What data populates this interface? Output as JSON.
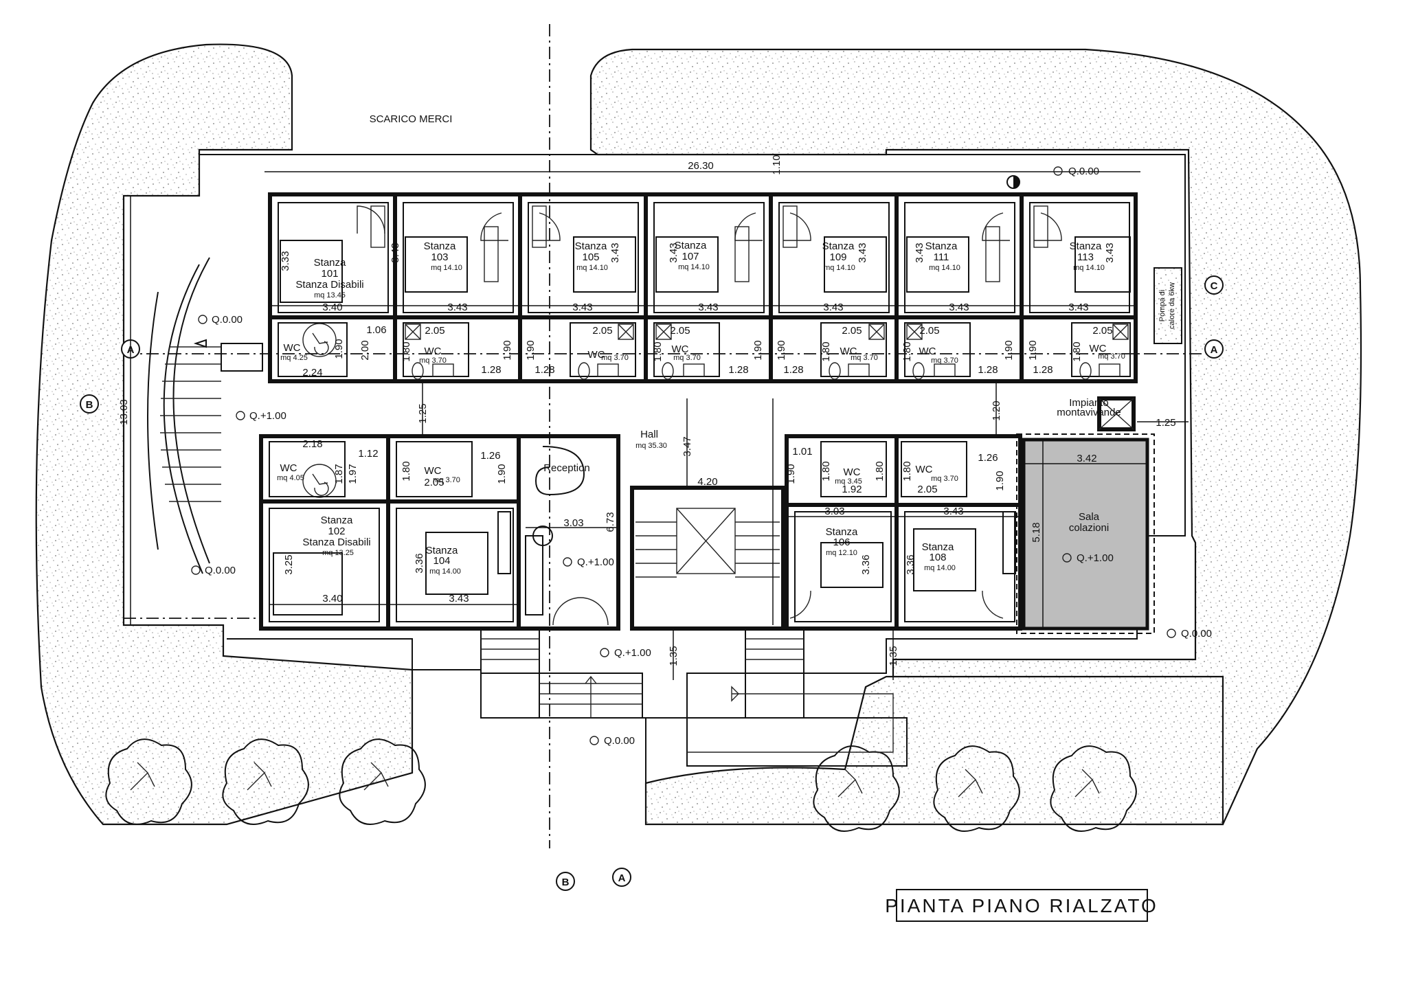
{
  "title": "PIANTA PIANO RIALZATO",
  "top_label": "SCARICO MERCI",
  "rooms": [
    {
      "id": "101",
      "lines": [
        "Stanza",
        "101",
        "Stanza Disabili"
      ],
      "area": "mq 13.45"
    },
    {
      "id": "103",
      "lines": [
        "Stanza",
        "103"
      ],
      "area": "mq 14.10"
    },
    {
      "id": "105",
      "lines": [
        "Stanza",
        "105"
      ],
      "area": "mq 14.10"
    },
    {
      "id": "107",
      "lines": [
        "Stanza",
        "107"
      ],
      "area": "mq 14.10"
    },
    {
      "id": "109",
      "lines": [
        "Stanza",
        "109"
      ],
      "area": "mq 14.10"
    },
    {
      "id": "111",
      "lines": [
        "Stanza",
        "111"
      ],
      "area": "mq 14.10"
    },
    {
      "id": "113",
      "lines": [
        "Stanza",
        "113"
      ],
      "area": "mq 14.10"
    },
    {
      "id": "102",
      "lines": [
        "Stanza",
        "102",
        "Stanza Disabili"
      ],
      "area": "mq 13.25"
    },
    {
      "id": "104",
      "lines": [
        "Stanza",
        "104"
      ],
      "area": "mq 14.00"
    },
    {
      "id": "106",
      "lines": [
        "Stanza",
        "106"
      ],
      "area": "mq 12.10"
    },
    {
      "id": "108",
      "lines": [
        "Stanza",
        "108"
      ],
      "area": "mq 14.00"
    }
  ],
  "wc": [
    {
      "label": "WC",
      "area": "mq 4.25"
    },
    {
      "label": "WC",
      "area": "mq 3.70"
    },
    {
      "label": "WC",
      "area": "mq 3.70"
    },
    {
      "label": "WC",
      "area": "mq 3.70"
    },
    {
      "label": "WC",
      "area": "mq 3.70"
    },
    {
      "label": "WC",
      "area": "mq 3.70"
    },
    {
      "label": "WC",
      "area": "mq 3.70"
    },
    {
      "label": "WC",
      "area": "mq 4.05"
    },
    {
      "label": "WC",
      "area": "mq 3.70"
    },
    {
      "label": "WC",
      "area": "mq 3.45"
    },
    {
      "label": "WC",
      "area": "mq 3.70"
    }
  ],
  "hall": {
    "label": "Hall",
    "area": "mq 35.30"
  },
  "reception": "Reception",
  "sala": [
    "Sala",
    "colazioni"
  ],
  "montavivande": [
    "Impianto",
    "montavivande"
  ],
  "pompa": [
    "Pompa di",
    "calore da 6kw"
  ],
  "levels": {
    "q000": "Q.0.00",
    "q100": "Q.+1.00"
  },
  "dims": {
    "d2630": "26.30",
    "d110": "1.10",
    "d343": "3.43",
    "d340": "3.40",
    "d333": "3.33",
    "d205": "2.05",
    "d128": "1.28",
    "d190": "1.90",
    "d180": "1.80",
    "d106": "1.06",
    "d200": "2.00",
    "d224": "2.24",
    "d218": "2.18",
    "d112": "1.12",
    "d197": "1.97",
    "d187": "1.87",
    "d126": "1.26",
    "d101": "1.01",
    "d192": "1.92",
    "d303": "3.03",
    "d336": "3.36",
    "d325": "3.25",
    "d420": "4.20",
    "d347": "3.47",
    "d673": "6.73",
    "d125": "1.25",
    "d120": "1.20",
    "d342": "3.42",
    "d518": "5.18",
    "d135": "1.35",
    "d1303": "13.03"
  },
  "sections": {
    "a": "A",
    "b": "B",
    "c": "C"
  }
}
